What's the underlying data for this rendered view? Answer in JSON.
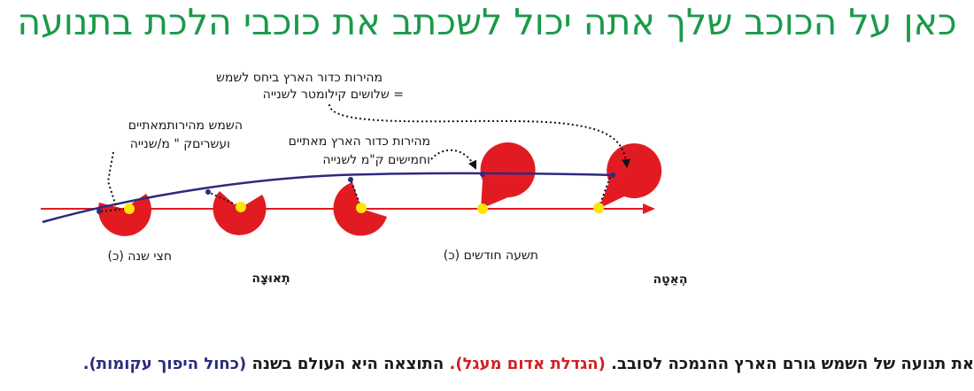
{
  "title": "כאן על הכוכב שלך אתה יכול לשכתב את כוכבי הלכת בתנועה",
  "labels": {
    "earth_speed_sun_line1": "מהירות כדור הארץ ביחס לשמש",
    "earth_speed_sun_line2": "= שלושים קילומטר לשנייה",
    "sun_speed_line1": "השמש מהירותמאתיים",
    "sun_speed_line2": "ועשריםק \" מ/שנייה",
    "earth_speed_250_line1": "מהירות כדור הארץ מאתיים",
    "earth_speed_250_line2": "וחמישים ק\"מ לשנייה",
    "half_year": "חצי שנה (כ)",
    "nine_months": "תשעה חודשים (כ)",
    "acceleration": "תְאוּצָה",
    "slowdown": "הְאֵטָה"
  },
  "caption": {
    "part1": "את תנועה של השמש גורם הארץ ההנמכה לסובב.",
    "part2": "(הגדלת אדום מעגל).",
    "part3": "התוצאה היא העולם בשנה",
    "part4": "(כחול היפוך עקומות)."
  },
  "colors": {
    "title": "#1a9a49",
    "sun_path": "#e21b23",
    "earth_path": "#2c2a7f",
    "earth_disc": "#e21b23",
    "sun_dot": "#ffe600",
    "caption_red": "#d42020",
    "caption_blue": "#2c2a7f"
  }
}
